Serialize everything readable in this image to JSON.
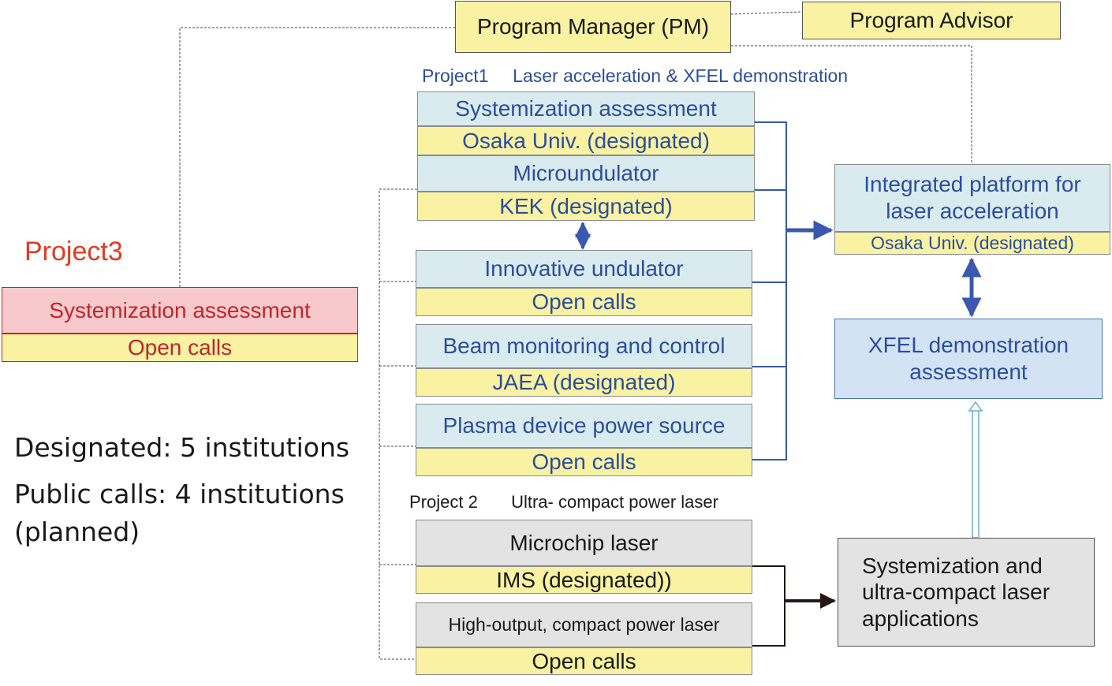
{
  "top": {
    "pm": "Program Manager (PM)",
    "advisor": "Program Advisor"
  },
  "project1": {
    "label": "Project1",
    "title": "Laser acceleration & XFEL demonstration",
    "units": [
      {
        "head": "Systemization assessment",
        "inst": "Osaka Univ. (designated)"
      },
      {
        "head": "Microundulator",
        "inst": "KEK (designated)"
      },
      {
        "head": "Innovative undulator",
        "inst": "Open calls"
      },
      {
        "head": "Beam monitoring and control",
        "inst": "JAEA (designated)"
      },
      {
        "head": "Plasma device power source",
        "inst": "Open calls"
      }
    ]
  },
  "project2": {
    "label": "Project 2",
    "title": "Ultra- compact power laser",
    "units": [
      {
        "head": "Microchip laser",
        "inst": "IMS (designated))"
      },
      {
        "head": "High-output, compact power laser",
        "inst": "Open calls"
      }
    ]
  },
  "project3": {
    "label": "Project3",
    "head": "Systemization assessment",
    "inst": "Open calls"
  },
  "right": {
    "platform_line1": "Integrated platform for",
    "platform_line2": "laser acceleration",
    "platform_inst": "Osaka Univ. (designated)",
    "xfel_line1": "XFEL demonstration",
    "xfel_line2": "assessment",
    "apps_line1": "Systemization and",
    "apps_line2": "ultra-compact laser",
    "apps_line3": "applications"
  },
  "summary": {
    "designated": "Designated: 5 institutions",
    "public_line1": "Public calls: 4 institutions",
    "public_line2": "(planned)"
  },
  "colors": {
    "blue_text": "#2b4e9c",
    "blue_head": "#daebf0",
    "yellow": "#f8f2a2",
    "pink": "#f7c9cc",
    "red_text": "#c0262b",
    "orange_red": "#e5391f",
    "gray": "#e3e3e3",
    "xfel_fill": "#d3e3f4",
    "arrow_blue": "#3a58ae"
  }
}
